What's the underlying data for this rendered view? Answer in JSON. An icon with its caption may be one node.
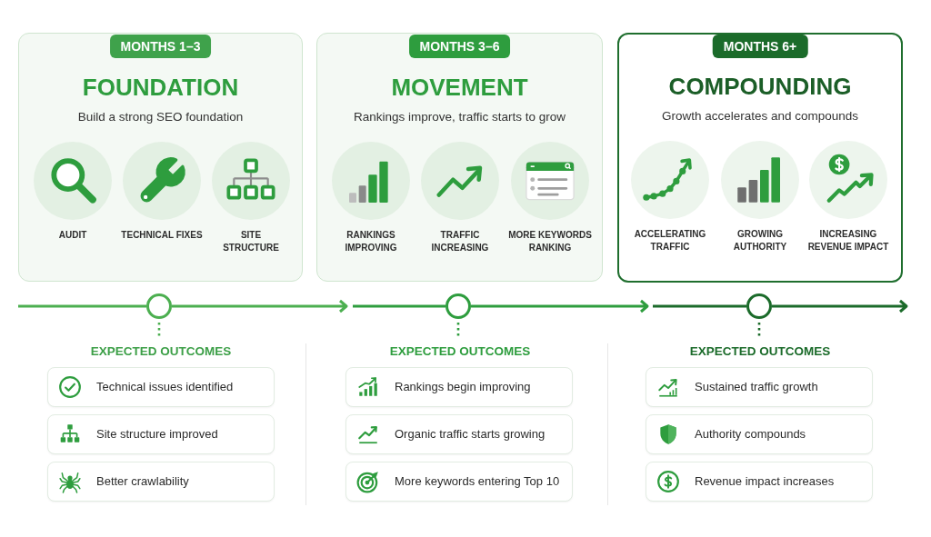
{
  "diagram": {
    "nodes": [
      {
        "text": [
          "FOUNDATION",
          "Build a strong SEO foundation"
        ]
      },
      {
        "text": [
          "MONTHS 1–3"
        ],
        "in": 0
      },
      {
        "text": [
          "AUDIT"
        ],
        "in": 0
      },
      {
        "text": [
          "TECHNICAL FIXES"
        ],
        "in": 0
      },
      {
        "text": [
          "SITE STRUCTURE"
        ],
        "in": 0
      },
      {
        "text": [
          "MOVEMENT",
          "Rankings improve, traffic starts to grow"
        ]
      },
      {
        "text": [
          "MONTHS 3–6"
        ],
        "in": 5
      },
      {
        "text": [
          "RANKINGS IMPROVING"
        ],
        "in": 5
      },
      {
        "text": [
          "TRAFFIC INCREASING"
        ],
        "in": 5
      },
      {
        "text": [
          "MORE KEYWORDS RANKING"
        ],
        "in": 5
      },
      {
        "text": [
          "COMPOUNDING",
          "Growth accelerates and compounds"
        ]
      },
      {
        "text": [
          "MONTHS 6+"
        ],
        "in": 10
      },
      {
        "text": [
          "ACCELERATING TRAFFIC"
        ],
        "in": 10
      },
      {
        "text": [
          "GROWING AUTHORITY"
        ],
        "in": 10
      },
      {
        "text": [
          "INCREASING REVENUE IMPACT"
        ],
        "in": 10
      },
      {
        "text": [],
        "shape": "circle"
      },
      {
        "text": [],
        "shape": "circle"
      },
      {
        "text": [],
        "shape": "circle"
      },
      {
        "text": [
          "EXPECTED OUTCOMES"
        ]
      },
      {
        "text": [
          "Technical issues identified"
        ]
      },
      {
        "text": [
          "Site structure improved"
        ]
      },
      {
        "text": [
          "Better crawlability"
        ]
      },
      {
        "text": [
          "EXPECTED OUTCOMES"
        ]
      },
      {
        "text": [
          "Rankings begin improving"
        ]
      },
      {
        "text": [
          "Organic traffic starts growing"
        ]
      },
      {
        "text": [
          "More keywords entering Top 10"
        ]
      },
      {
        "text": [
          "EXPECTED OUTCOMES"
        ]
      },
      {
        "text": [
          "Sustained traffic growth"
        ]
      },
      {
        "text": [
          "Authority compounds"
        ]
      },
      {
        "text": [
          "Revenue impact increases"
        ]
      }
    ],
    "edges": [
      {
        "from": null,
        "to": 15,
        "arrow": "none",
        "color": "#4caf50"
      },
      {
        "from": 15,
        "to": null,
        "arrow": "to",
        "color": "#4caf50"
      },
      {
        "from": null,
        "to": 16,
        "arrow": "none",
        "color": "#2e9d3e"
      },
      {
        "from": 16,
        "to": null,
        "arrow": "to",
        "color": "#2e9d3e"
      },
      {
        "from": null,
        "to": 17,
        "arrow": "none",
        "color": "#1b6b2a"
      },
      {
        "from": 17,
        "to": null,
        "arrow": "to",
        "color": "#1b6b2a"
      },
      {
        "from": 15,
        "to": 18,
        "arrow": "none",
        "style": "dashed",
        "color": "#4caf50"
      },
      {
        "from": 16,
        "to": 22,
        "arrow": "none",
        "style": "dashed",
        "color": "#2e9d3e"
      },
      {
        "from": 17,
        "to": 26,
        "arrow": "none",
        "style": "dashed",
        "color": "#1b6b2a"
      }
    ]
  }
}
